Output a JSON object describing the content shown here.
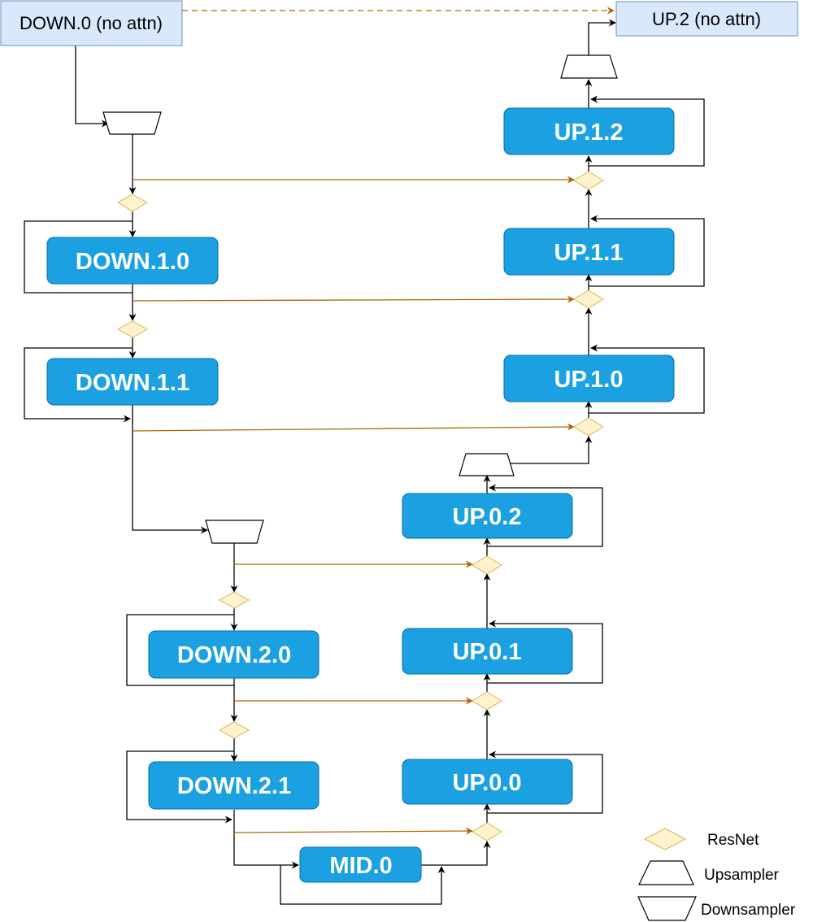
{
  "external_nodes": {
    "down0": "DOWN.0 (no attn)",
    "up2": "UP.2 (no attn)"
  },
  "blocks": {
    "down_1_0": "DOWN.1.0",
    "down_1_1": "DOWN.1.1",
    "down_2_0": "DOWN.2.0",
    "down_2_1": "DOWN.2.1",
    "mid_0": "MID.0",
    "up_0_0": "UP.0.0",
    "up_0_1": "UP.0.1",
    "up_0_2": "UP.0.2",
    "up_1_0": "UP.1.0",
    "up_1_1": "UP.1.1",
    "up_1_2": "UP.1.2"
  },
  "legend": {
    "resnet": "ResNet",
    "upsampler": "Upsampler",
    "downsampler": "Downsampler"
  },
  "colors": {
    "block_fill": "#1ba1e2",
    "external_fill": "#dae8fc",
    "resnet_fill": "#fff2cc",
    "skip_arrow": "#b46504"
  }
}
